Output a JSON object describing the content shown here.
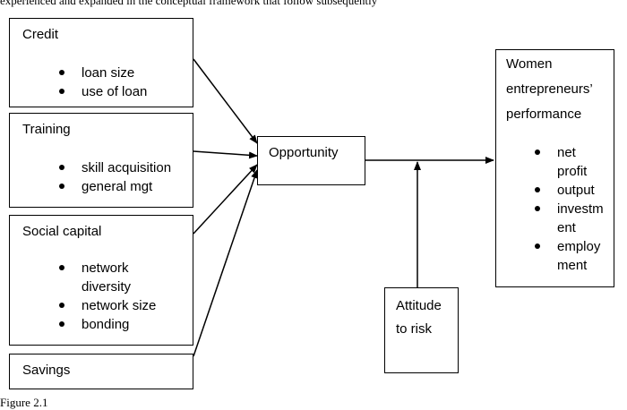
{
  "header_text": "experienced and expanded in the conceptual framework that follow subsequently",
  "boxes": {
    "credit": {
      "title": "Credit",
      "items": [
        "loan size",
        "use of loan"
      ]
    },
    "training": {
      "title": "Training",
      "items": [
        "skill acquisition",
        "general mgt"
      ]
    },
    "social_capital": {
      "title": "Social capital",
      "items": [
        "network",
        "diversity",
        "network size",
        "bonding"
      ]
    },
    "savings": {
      "title": "Savings"
    },
    "opportunity": {
      "title": "Opportunity"
    },
    "attitude": {
      "line1": "Attitude",
      "line2": "to risk"
    },
    "performance": {
      "title_lines": [
        "Women",
        "entrepreneurs’",
        "performance"
      ],
      "items": [
        "net",
        "profit",
        "output",
        "investm",
        "ent",
        "employ",
        "ment"
      ]
    }
  },
  "caption": "Figure 2.1"
}
